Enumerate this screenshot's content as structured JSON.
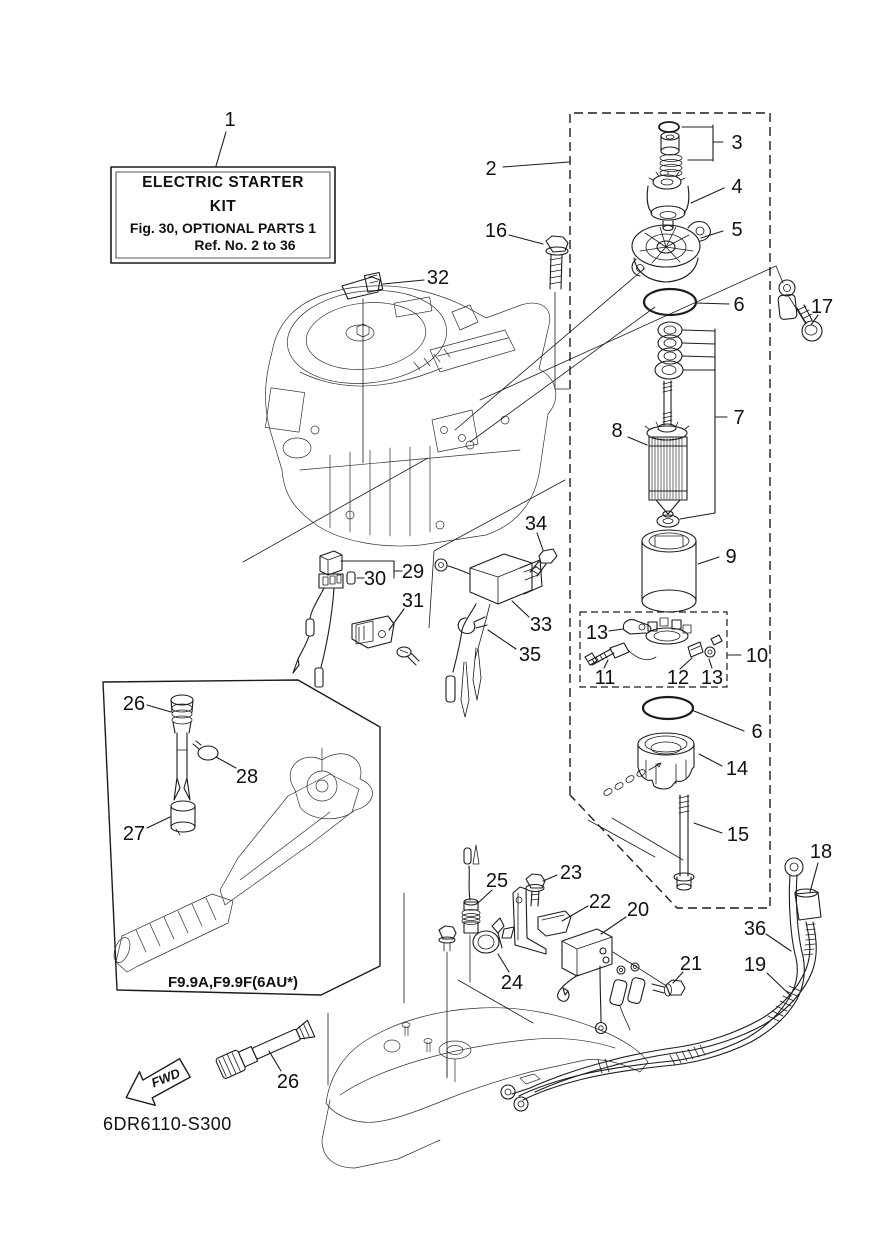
{
  "title_box": {
    "line1": "ELECTRIC STARTER",
    "line2": "KIT",
    "line3": "Fig. 30, OPTIONAL PARTS 1",
    "line4": "Ref. No. 2 to 36"
  },
  "labels": {
    "model": "F9.9A,F9.9F(6AU*)",
    "code": "6DR6110-S300",
    "fwd": "FWD"
  },
  "callouts": {
    "c1": "1",
    "c2": "2",
    "c3": "3",
    "c4": "4",
    "c5": "5",
    "c6": "6",
    "c6b": "6",
    "c7": "7",
    "c8": "8",
    "c9": "9",
    "c10": "10",
    "c11": "11",
    "c12": "12",
    "c13": "13",
    "c13b": "13",
    "c14": "14",
    "c15": "15",
    "c16": "16",
    "c17": "17",
    "c18": "18",
    "c19": "19",
    "c20": "20",
    "c21": "21",
    "c22": "22",
    "c23": "23",
    "c24": "24",
    "c25": "25",
    "c26": "26",
    "c26b": "26",
    "c27": "27",
    "c28": "28",
    "c29": "29",
    "c30": "30",
    "c31": "31",
    "c32": "32",
    "c33": "33",
    "c34": "34",
    "c35": "35",
    "c36": "36"
  }
}
